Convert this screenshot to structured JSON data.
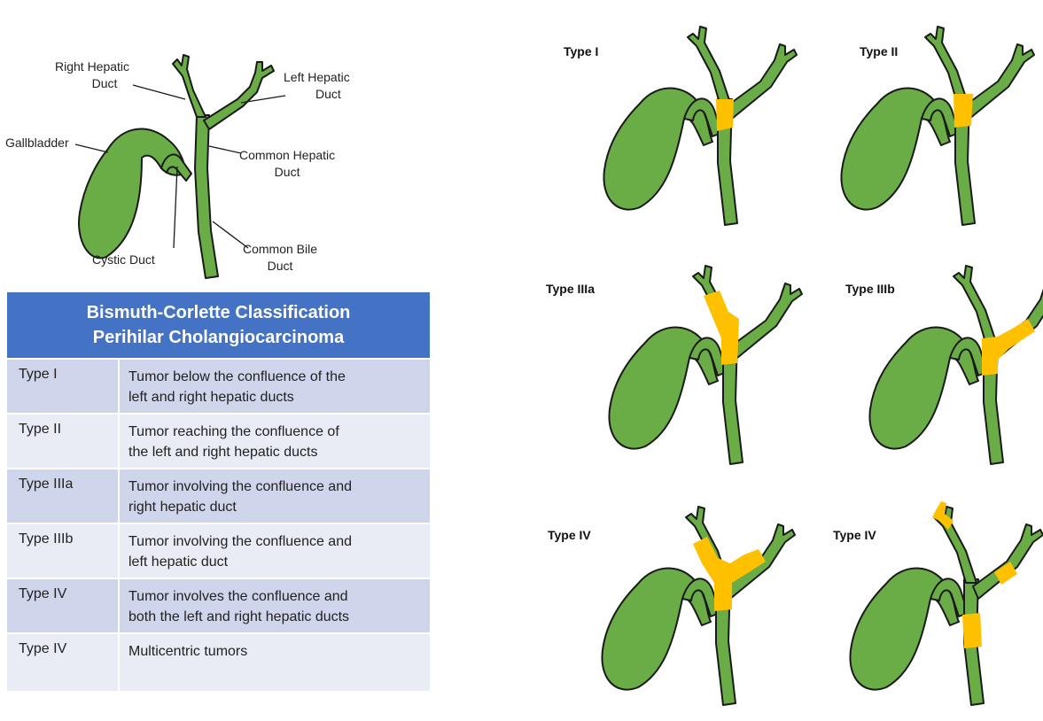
{
  "anatomy_labels": {
    "right_hepatic_duct": [
      "Right Hepatic",
      "Duct"
    ],
    "left_hepatic_duct": [
      "Left Hepatic",
      "Duct"
    ],
    "gallbladder": "Gallbladder",
    "common_hepatic_duct": [
      "Common Hepatic",
      "Duct"
    ],
    "common_bile_duct": [
      "Common Bile",
      "Duct"
    ],
    "cystic_duct": "Cystic Duct"
  },
  "table": {
    "title_line1": "Bismuth-Corlette Classification",
    "title_line2": "Perihilar Cholangiocarcinoma",
    "rows": [
      {
        "type": "Type I",
        "desc_line1": "Tumor below the confluence of the",
        "desc_line2": "left and right hepatic ducts"
      },
      {
        "type": "Type II",
        "desc_line1": "Tumor reaching the confluence of",
        "desc_line2": "the left and right hepatic ducts"
      },
      {
        "type": "Type IIIa",
        "desc_line1": "Tumor involving the confluence and",
        "desc_line2": "right hepatic duct"
      },
      {
        "type": "Type IIIb",
        "desc_line1": "Tumor involving the confluence and",
        "desc_line2": "left hepatic duct"
      },
      {
        "type": "Type IV",
        "desc_line1": "Tumor involves the confluence and",
        "desc_line2": "both the left and right hepatic ducts"
      },
      {
        "type": "Type IV",
        "desc_line1": "Multicentric tumors",
        "desc_line2": ""
      }
    ]
  },
  "panels": [
    {
      "label": "Type I",
      "tumor": "below-confluence"
    },
    {
      "label": "Type II",
      "tumor": "at-confluence"
    },
    {
      "label": "Type IIIa",
      "tumor": "confluence-right"
    },
    {
      "label": "Type IIIb",
      "tumor": "confluence-left"
    },
    {
      "label": "Type IV",
      "tumor": "confluence-both"
    },
    {
      "label": "Type IV",
      "tumor": "multicentric"
    }
  ],
  "colors": {
    "duct_green": "#6aac46",
    "outline": "#1a1a1a",
    "tumor_yellow": "#ffc000",
    "header_blue": "#4472c4",
    "row_dark": "#cfd5ea",
    "row_light": "#e9ebf5"
  }
}
